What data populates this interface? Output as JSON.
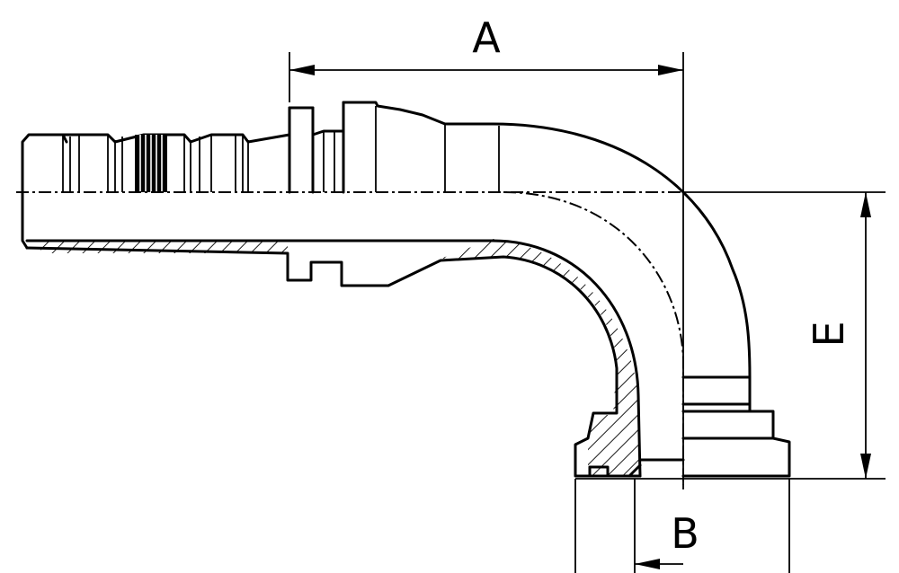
{
  "dimensions": {
    "a_label": "A",
    "b_label": "B",
    "e_label": "E"
  },
  "colors": {
    "line": "#000000",
    "background": "#ffffff"
  }
}
